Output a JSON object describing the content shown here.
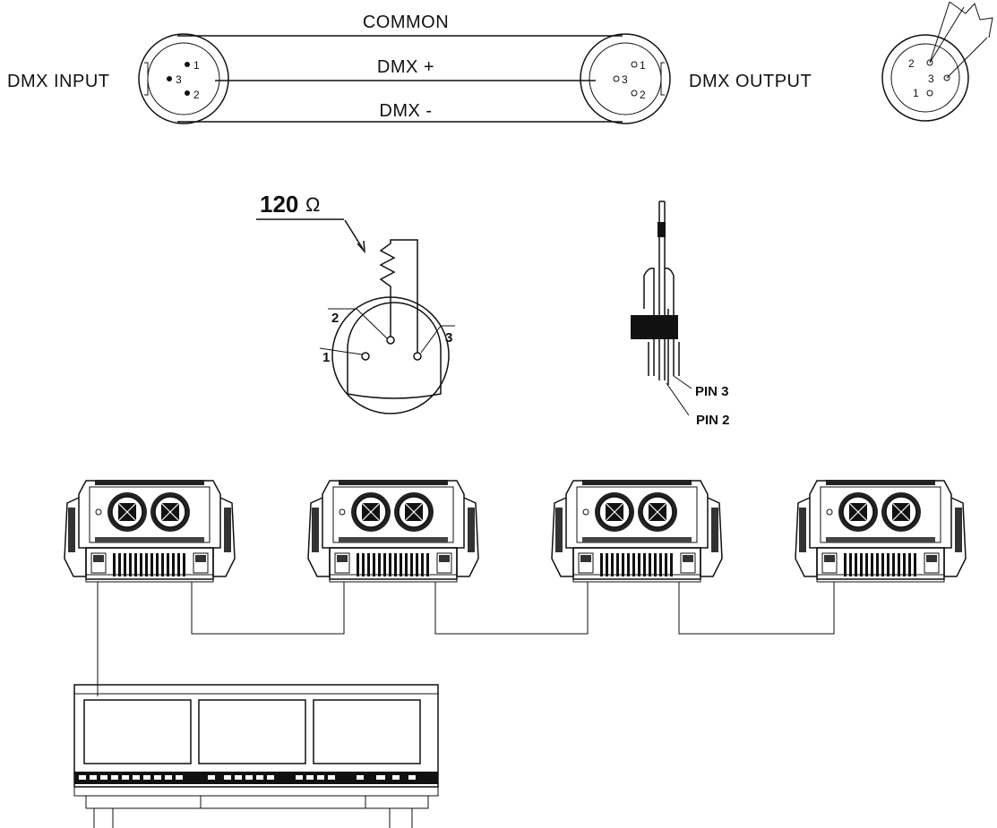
{
  "cable": {
    "common_label": "COMMON",
    "dmx_plus_label": "DMX +",
    "dmx_minus_label": "DMX -",
    "input_label": "DMX INPUT",
    "output_label": "DMX OUTPUT",
    "input_pins": [
      "1",
      "3",
      "2"
    ],
    "output_pins": [
      "1",
      "3",
      "2"
    ]
  },
  "connector_right": {
    "pins": [
      "2",
      "3",
      "1"
    ]
  },
  "terminator": {
    "value": "120",
    "unit": "Ω",
    "pins": [
      "2",
      "1",
      "3"
    ]
  },
  "plug": {
    "pin3_label": "PIN 3",
    "pin2_label": "PIN 2"
  },
  "fixtures": [
    {
      "id": "fixture-1"
    },
    {
      "id": "fixture-2"
    },
    {
      "id": "fixture-3"
    },
    {
      "id": "fixture-4"
    }
  ]
}
